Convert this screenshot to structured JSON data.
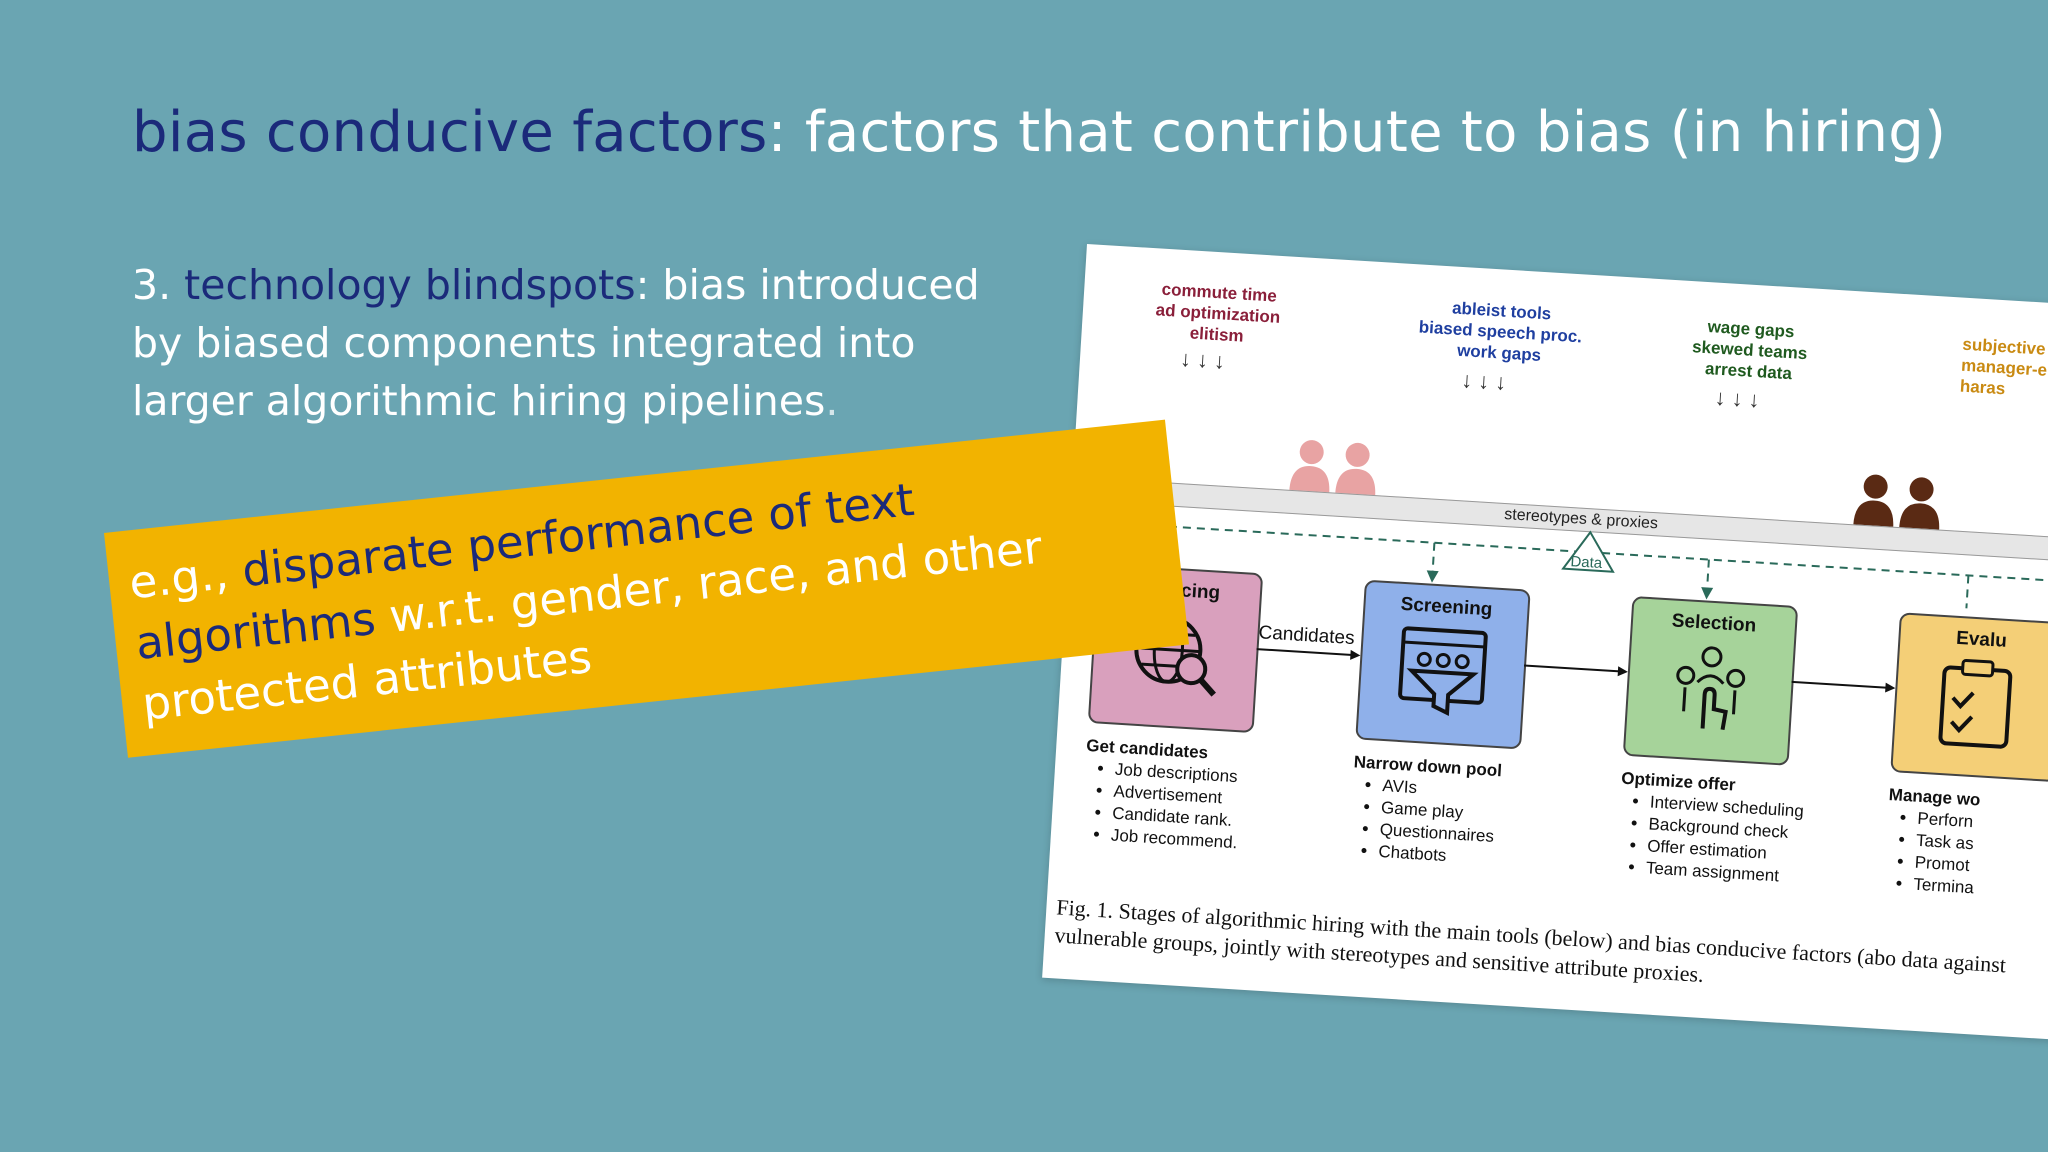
{
  "title": {
    "term": "bias conducive factors",
    "rest": ": factors that contribute to bias (in hiring)"
  },
  "point": {
    "number": "3. ",
    "term": "technology blindspots",
    "rest": ": bias introduced by biased components integrated into larger algorithmic hiring pipelines",
    "period": "."
  },
  "banner": {
    "prefix": "e.g., ",
    "term1": "disparate performance of text algorithms",
    "mid": " w.r.t. gender, race, and other protected attributes"
  },
  "figure": {
    "factors": [
      {
        "lines": [
          "commute time",
          "ad optimization",
          "elitism"
        ],
        "color": "#8a1f3a"
      },
      {
        "lines": [
          "ableist tools",
          "biased speech proc.",
          "work gaps"
        ],
        "color": "#1f3fa0"
      },
      {
        "lines": [
          "wage gaps",
          "skewed teams",
          "arrest data"
        ],
        "color": "#1f5a1f"
      },
      {
        "lines": [
          "subjective",
          "manager-e",
          "haras"
        ],
        "color": "#c98a12"
      }
    ],
    "bar_label": "stereotypes & proxies",
    "data_label": "Data",
    "edge_label": "Candidates",
    "stages": [
      {
        "name": "Sourcing",
        "color": "#d9a0bd",
        "icon": "globe-search-icon"
      },
      {
        "name": "Screening",
        "color": "#8fb0ea",
        "icon": "funnel-screen-icon"
      },
      {
        "name": "Selection",
        "color": "#a6d39a",
        "icon": "people-select-icon"
      },
      {
        "name": "Evalu",
        "color": "#f4cf77",
        "icon": "checklist-icon"
      }
    ],
    "tools": [
      {
        "head": "Get candidates",
        "items": [
          "Job descriptions",
          "Advertisement",
          "Candidate rank.",
          "Job recommend."
        ]
      },
      {
        "head": "Narrow down pool",
        "items": [
          "AVIs",
          "Game play",
          "Questionnaires",
          "Chatbots"
        ]
      },
      {
        "head": "Optimize offer",
        "items": [
          "Interview scheduling",
          "Background check",
          "Offer estimation",
          "Team assignment"
        ]
      },
      {
        "head": "Manage wo",
        "items": [
          "Perforn",
          "Task as",
          "Promot",
          "Termina"
        ]
      }
    ],
    "caption": {
      "label": "Fig. 1.",
      "text": "Stages of algorithmic hiring with the main tools (below) and bias conducive factors (abo data against vulnerable groups, jointly with stereotypes and sensitive attribute proxies."
    },
    "person_colors": {
      "light": "#e8a3a3",
      "dark": "#5a2a14"
    }
  }
}
